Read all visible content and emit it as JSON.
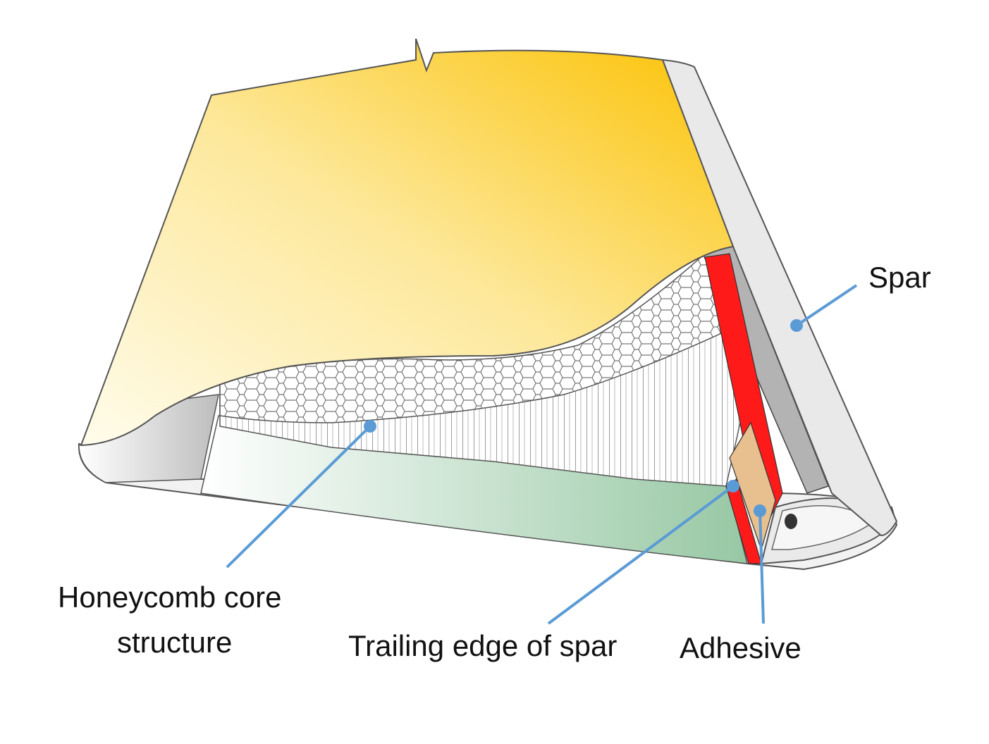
{
  "labels": {
    "spar": "Spar",
    "honeycomb_line1": "Honeycomb core",
    "honeycomb_line2": "structure",
    "trailing_edge": "Trailing edge of spar",
    "adhesive": "Adhesive"
  },
  "colors": {
    "skin_light": "#fffbe6",
    "skin_dark": "#fdc50a",
    "spar_light": "#f4f4f4",
    "spar_grey": "#b3b3b3",
    "adhesive_red": "#ff1a1a",
    "trailing_tan": "#e8bf8e",
    "lower_panel": "#9fcbaa",
    "leader": "#5b9bd5"
  }
}
